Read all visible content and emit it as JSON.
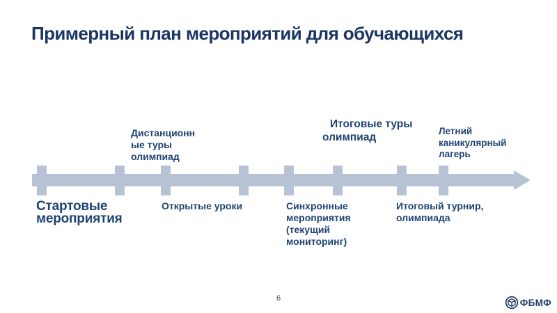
{
  "slide": {
    "title": "Примерный план мероприятий для обучающихся",
    "page_number": "6",
    "logo_text": "ФБМФ"
  },
  "timeline": {
    "events_above": [
      {
        "label": "Дистанционн\nые туры\nолимпиад"
      },
      {
        "label": "Итоговые туры\nолимпиад"
      },
      {
        "label": "Летний\nканикулярный\nлагерь"
      }
    ],
    "events_below": [
      {
        "label": "Стартовые\nмероприятия"
      },
      {
        "label": "Открытые уроки"
      },
      {
        "label": "Синхронные\nмероприятия\n(текущий\nмониторинг)"
      },
      {
        "label": "Итоговый турнир,\nолимпиада"
      }
    ]
  },
  "colors": {
    "title-navy": "#1b3563",
    "label-navy": "#1e4372",
    "timeline-blue": "#b7c3d4",
    "page-number-gray": "#404756",
    "logo-navy": "#1e3a66"
  }
}
